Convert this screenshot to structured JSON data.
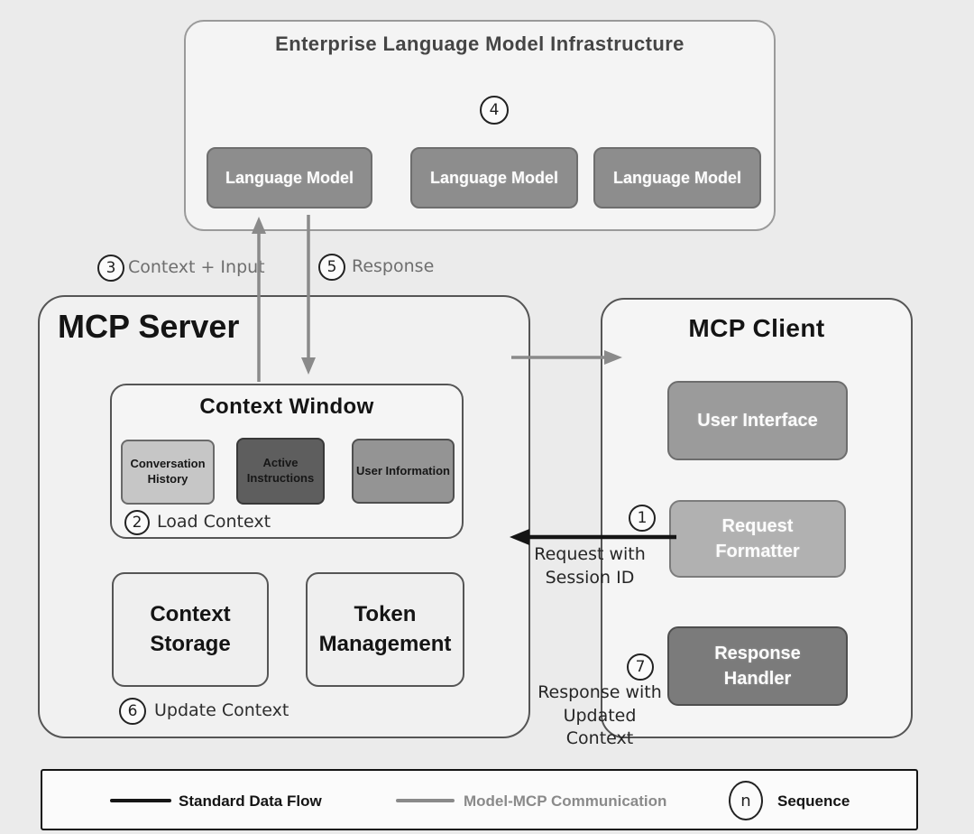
{
  "enterprise": {
    "title": "Enterprise Language Model Infrastructure",
    "sequence_badge": "4",
    "models": [
      {
        "label": "Language Model"
      },
      {
        "label": "Language Model"
      },
      {
        "label": "Language Model"
      }
    ]
  },
  "flow_labels": {
    "context_input": {
      "badge": "3",
      "label": "Context + Input"
    },
    "response": {
      "badge": "5",
      "label": "Response"
    },
    "request_session": {
      "line1": "Request with",
      "line2": "Session ID"
    },
    "response_updated": {
      "line1": "Response with",
      "line2": "Updated Context"
    }
  },
  "server": {
    "title": "MCP Server",
    "context_window": {
      "title": "Context Window",
      "chips": [
        {
          "label": "Conversation History"
        },
        {
          "label": "Active Instructions"
        },
        {
          "label": "User Information"
        }
      ],
      "badge": {
        "n": "2",
        "label": "Load Context"
      }
    },
    "modules": [
      {
        "label": "Context Storage"
      },
      {
        "label": "Token Management"
      }
    ],
    "badge": {
      "n": "6",
      "label": "Update Context"
    }
  },
  "client": {
    "title": "MCP Client",
    "blocks": [
      {
        "label": "User Interface"
      },
      {
        "label": "Request Formatter",
        "badge": "1"
      },
      {
        "label": "Response Handler",
        "badge": "7"
      }
    ]
  },
  "legend": {
    "items": [
      {
        "label": "Standard Data Flow"
      },
      {
        "label": "Model-MCP Communication"
      },
      {
        "symbol": "n",
        "label": "Sequence"
      }
    ]
  },
  "colors": {
    "canvas_bg": "#ebebeb",
    "panel_bg": "#f4f4f4",
    "language_model_box": "#8d8d8d",
    "conversation_history_chip": "#c6c6c6",
    "active_instructions_chip": "#5e5e5e",
    "user_information_chip": "#949494",
    "user_interface_box": "#9b9b9b",
    "request_formatter_box": "#b1b1b1",
    "response_handler_box": "#7b7b7b",
    "standard_data_flow": "#151515",
    "model_mcp_communication": "#8a8a8a"
  }
}
